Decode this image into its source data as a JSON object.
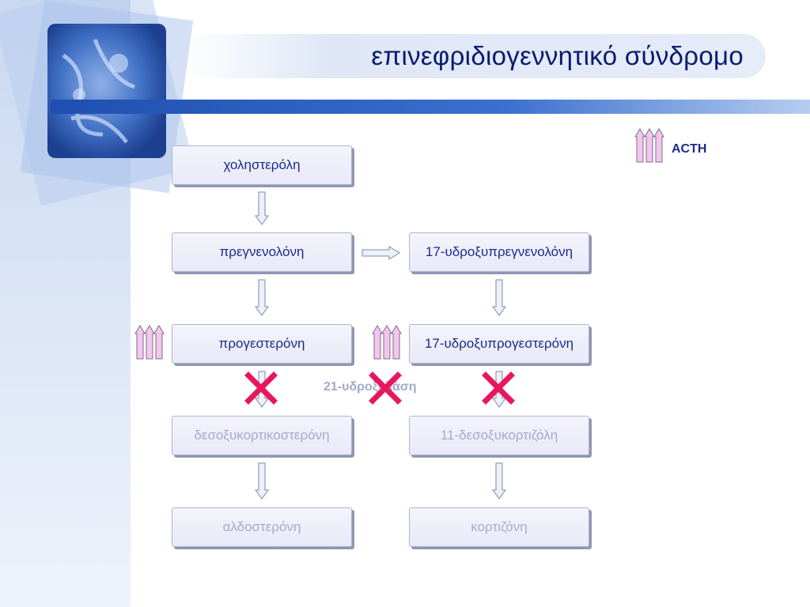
{
  "title": "επινεφριδιογεννητικό σύνδρομο",
  "legend": {
    "label": "ACTH"
  },
  "enzyme": {
    "label": "21-υδροξυλάση"
  },
  "left_column": {
    "cholesterol": "χοληστερόλη",
    "pregnenolone": "πρεγνενολόνη",
    "progesterone": "προγεστερόνη",
    "deoxycorticosterone": "δεσοξυκορτικοστερόνη",
    "aldosterone": "αλδοστερόνη"
  },
  "right_column": {
    "hydroxypregnenolone": "17-υδροξυπρεγνενολόνη",
    "hydroxyprogesterone": "17-υδροξυπρογεστερόνη",
    "deoxycortisol": "11-δεσοξυκορτιζόλη",
    "cortisone": "κορτιζόνη"
  },
  "colors": {
    "title": "#0b1b6e",
    "active_text": "#1a2a8c",
    "blocked_text": "#a3aac9",
    "block_mark": "#e8175d",
    "increase_arrow": "#f3c6ee"
  },
  "icons": {
    "increase": "triple-up-arrow-icon",
    "block": "cross-icon",
    "flow": "down-arrow-icon"
  }
}
